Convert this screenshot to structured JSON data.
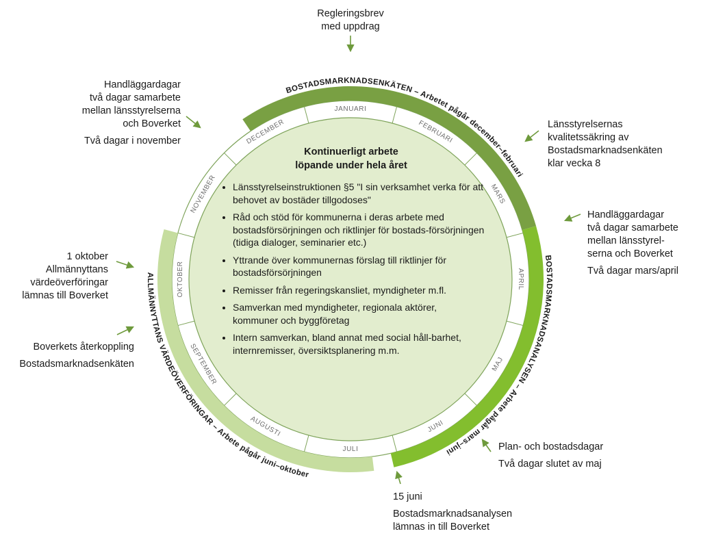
{
  "colors": {
    "inner_fill": "#e2edce",
    "ring_fill": "#ffffff",
    "ring_stroke": "#7ea35a",
    "enkat_arc": "#79a043",
    "analys_arc": "#83be2e",
    "vardeoverforing_arc": "#c6dd9f",
    "arrow": "#6e9a3c"
  },
  "months": [
    "JANUARI",
    "FEBRUARI",
    "MARS",
    "APRIL",
    "MAJ",
    "JUNI",
    "JULI",
    "AUGUSTI",
    "SEPTEMBER",
    "OKTOBER",
    "NOVEMBER",
    "DECEMBER"
  ],
  "arcs": {
    "enkat": "BOSTADSMARKNADSENKÄTEN – Arbetet pågår december–februari",
    "analys": "BOSTADSMARKNADSANALYSEN – Arbete pågår mars–juni",
    "vardeoverforing": "ALLMÄNNYTTANS VÄRDEÖVERFÖRINGAR – Arbete pågår juni–oktober"
  },
  "center": {
    "title_line1": "Kontinuerligt arbete",
    "title_line2": "löpande under hela året",
    "items": [
      "Länsstyrelseinstruktionen §5 \"I sin verksamhet verka för att behovet av bostäder tillgodoses\"",
      "Råd och stöd för kommunerna i deras arbete med bostadsförsörjningen och riktlinjer för bostads-försörjningen (tidiga dialoger, seminarier etc.)",
      "Yttrande över kommunernas förslag till riktlinjer för bostadsförsörjningen",
      "Remisser från regeringskansliet, myndigheter m.fl.",
      "Samverkan med myndigheter, regionala aktörer, kommuner och byggföretag",
      "Intern samverkan, bland annat med social håll-barhet, internremisser, översiktsplanering m.m."
    ]
  },
  "callouts": {
    "regleringsbrev": {
      "line1": "Regleringsbrev",
      "line2": "med uppdrag"
    },
    "handlaggar_nov": {
      "line1": "Handläggardagar",
      "line2": "två dagar samarbete",
      "line3": "mellan länsstyrelserna",
      "line4": "och Boverket",
      "line5": "Två dagar i november"
    },
    "kvalitet": {
      "line1": "Länsstyrelsernas",
      "line2": "kvalitetssäkring av",
      "line3": "Bostadsmarknadsenkäten",
      "line4": "klar vecka 8"
    },
    "handlaggar_mars": {
      "line1": "Handläggardagar",
      "line2": "två dagar samarbete",
      "line3": "mellan länsstyrel-",
      "line4": "serna och Boverket",
      "line5": "Två dagar mars/april"
    },
    "oktober": {
      "line1": "1 oktober",
      "line2": "Allmännyttans",
      "line3": "värdeöverföringar",
      "line4": "lämnas till Boverket"
    },
    "aterkoppling": {
      "line1": "Boverkets återkoppling",
      "line2": "Bostadsmarknadsenkäten"
    },
    "plandagar": {
      "line1": "Plan- och bostadsdagar",
      "line2": "Två dagar slutet av maj"
    },
    "juni": {
      "line1": "15 juni",
      "line2": "Bostadsmarknadsanalysen",
      "line3": "lämnas in till Boverket"
    }
  }
}
